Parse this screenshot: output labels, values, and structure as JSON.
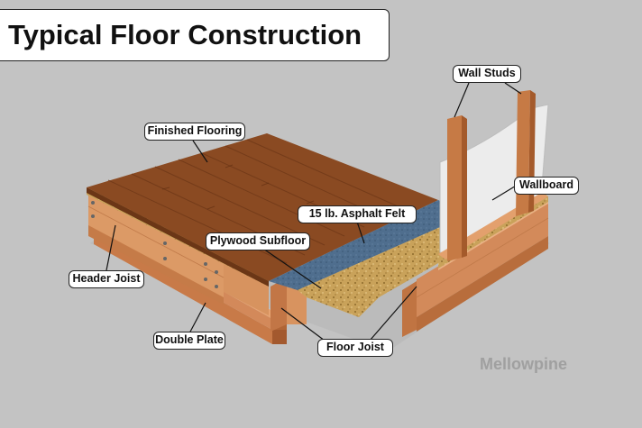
{
  "title": "Typical Floor Construction",
  "labels": {
    "wall_studs": "Wall Studs",
    "finished_flooring": "Finished Flooring",
    "wallboard": "Wallboard",
    "asphalt_felt": "15 lb. Asphalt Felt",
    "plywood_subfloor": "Plywood Subfloor",
    "header_joist": "Header Joist",
    "double_plate": "Double Plate",
    "floor_joist": "Floor Joist"
  },
  "watermark": "Mellowpine",
  "colors": {
    "background": "#c3c3c3",
    "finished_flooring": "#8a4a22",
    "subfloor": "#c9a25a",
    "asphalt_felt": "#4f6e8e",
    "lumber": "#d38a5a",
    "wallboard": "#ececec"
  }
}
